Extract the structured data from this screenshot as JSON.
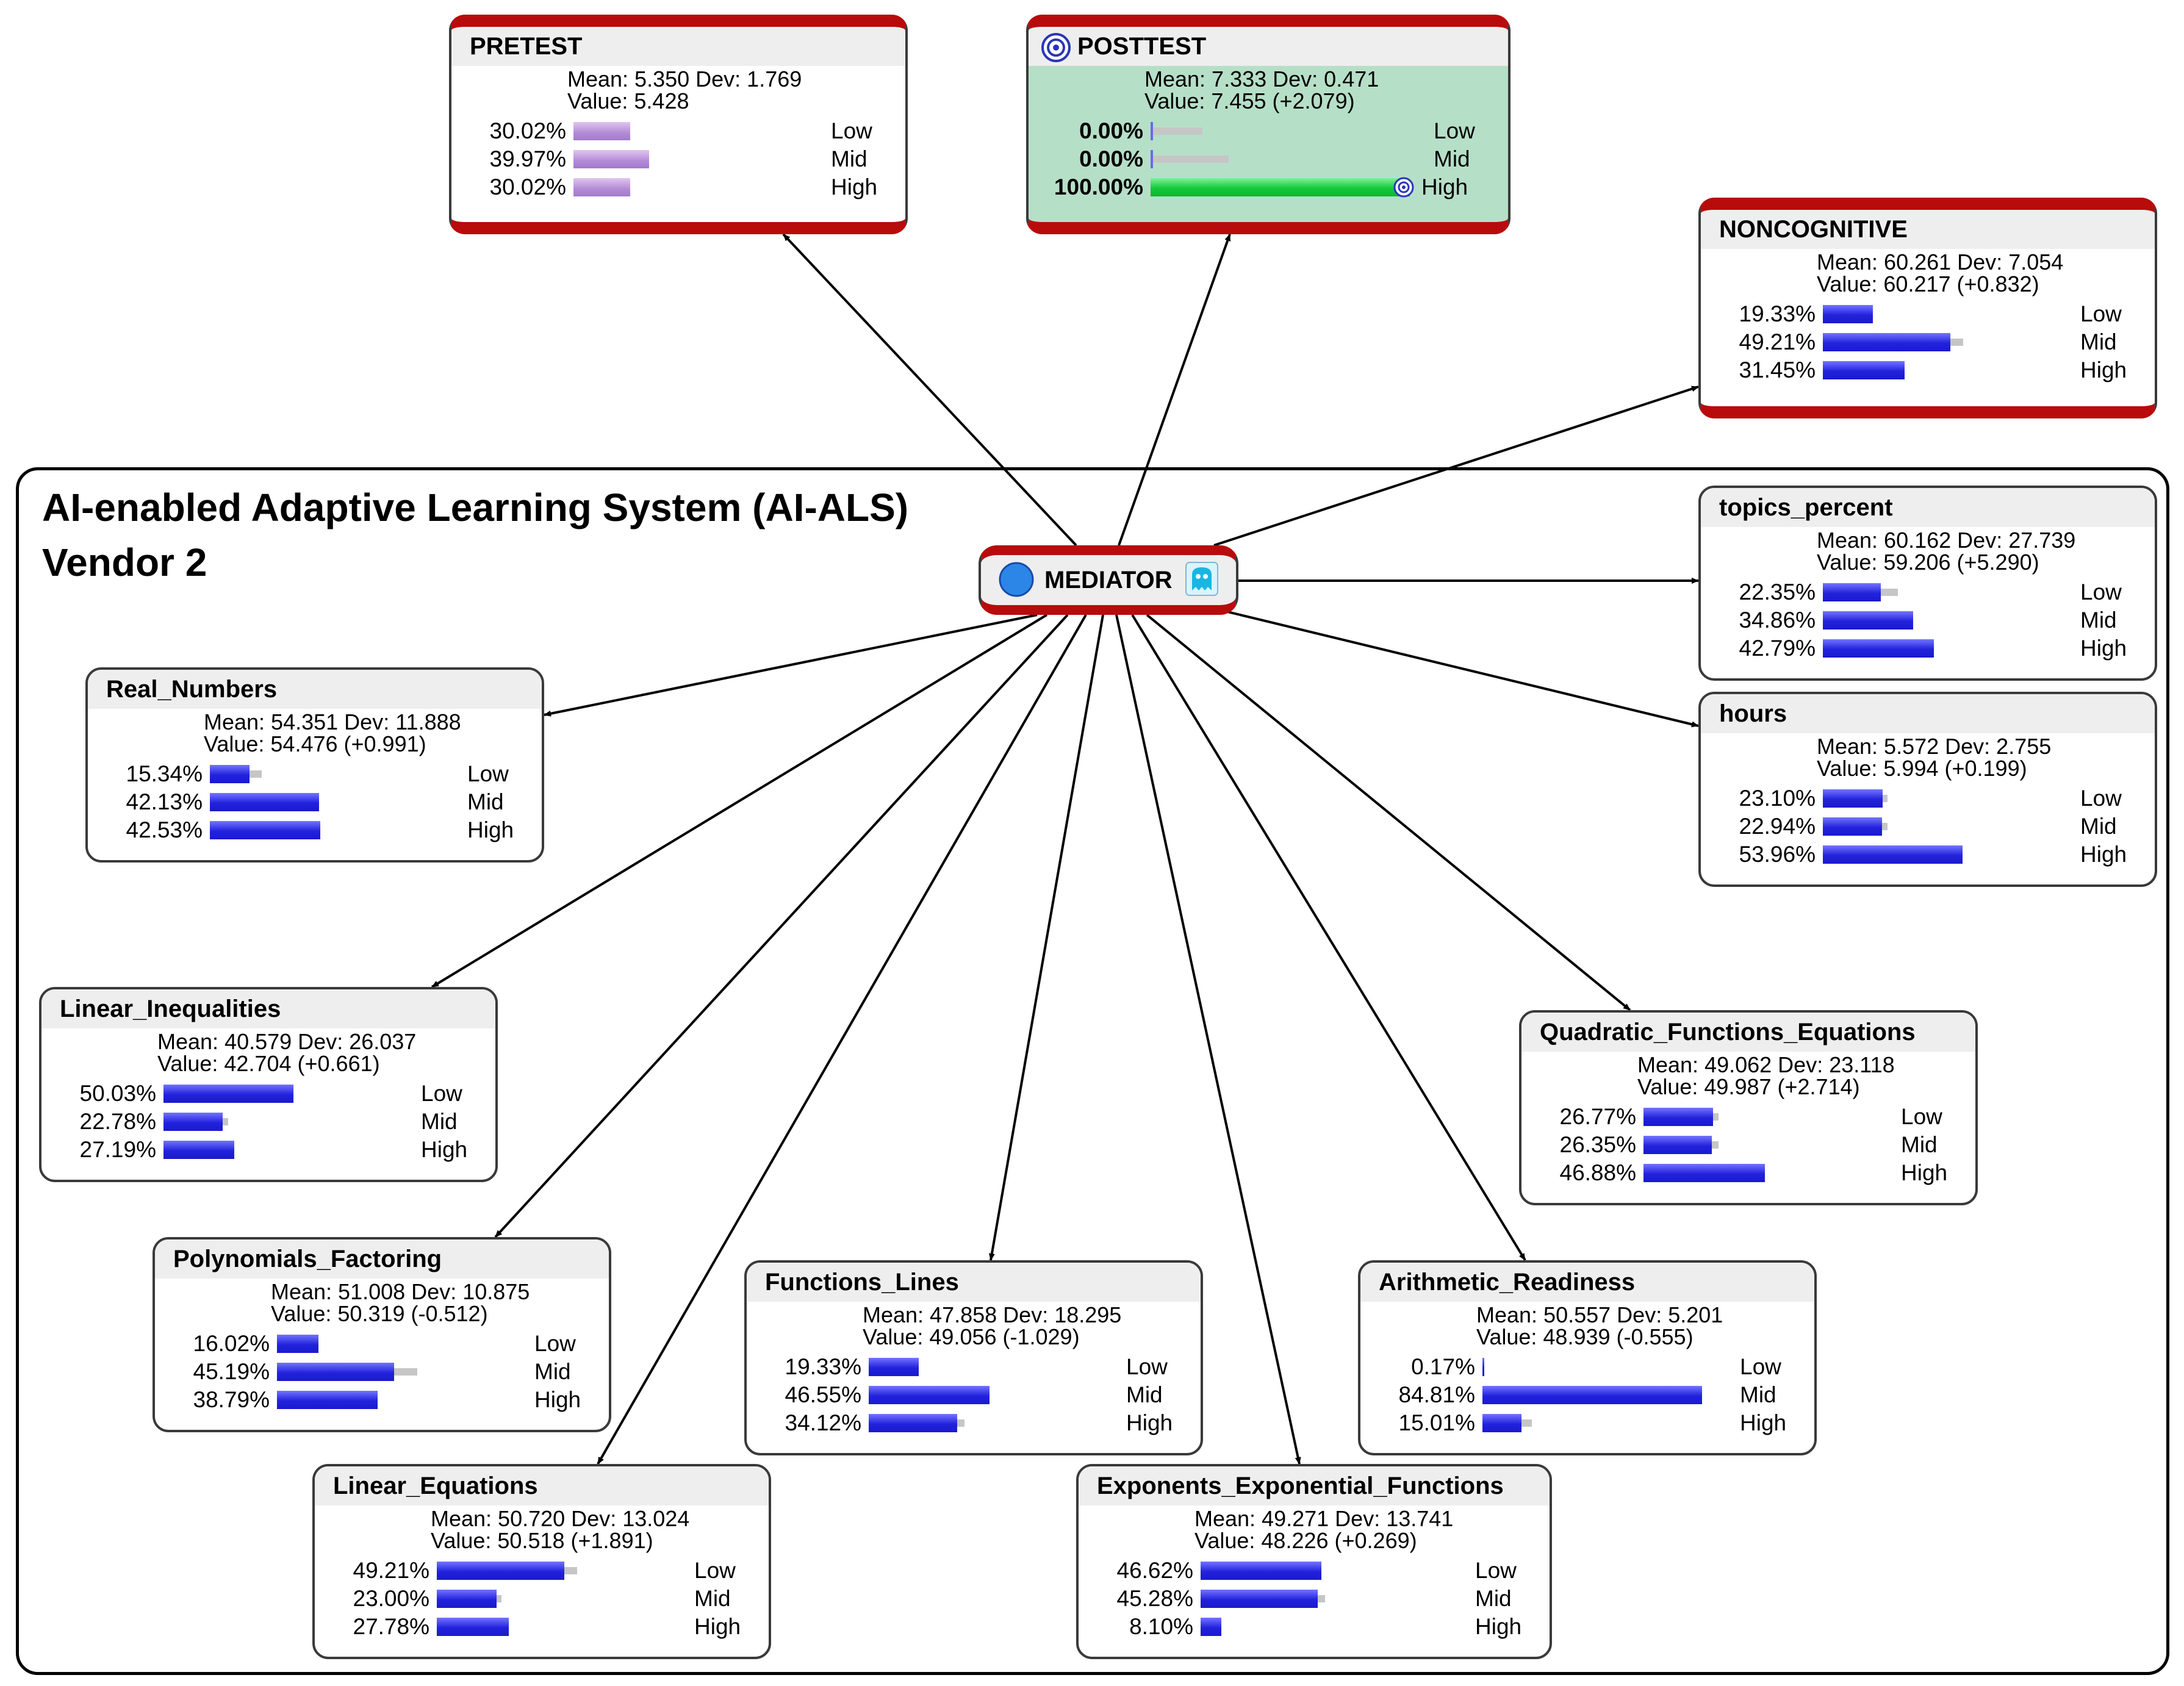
{
  "group": {
    "title_line1": "AI-enabled Adaptive Learning System (AI-ALS)",
    "title_line2": "Vendor 2"
  },
  "mediator": {
    "name": "MEDIATOR",
    "icon_left": "circle-icon",
    "icon_right": "ghost-icon"
  },
  "colors": {
    "target_border": "#b80b0b",
    "bar_blue": "#2222dd",
    "bar_purple": "#b38ad6",
    "bar_green": "#14c93c",
    "posttest_bg": "#b6dfc8"
  },
  "nodes": [
    {
      "id": "pretest",
      "name": "PRETEST",
      "target": true,
      "mean_dev": "Mean: 5.350 Dev: 1.769",
      "value": "Value: 5.428",
      "states": [
        {
          "pct": "30.02%",
          "p": 30.02,
          "label": "Low"
        },
        {
          "pct": "39.97%",
          "p": 39.97,
          "label": "Mid"
        },
        {
          "pct": "30.02%",
          "p": 30.02,
          "label": "High"
        }
      ]
    },
    {
      "id": "posttest",
      "name": "POSTTEST",
      "target": true,
      "mean_dev": "Mean: 7.333 Dev: 0.471",
      "value": "Value: 7.455 (+2.079)",
      "states": [
        {
          "pct": "0.00%",
          "p": 0,
          "prev": 20,
          "label": "Low"
        },
        {
          "pct": "0.00%",
          "p": 0,
          "prev": 30,
          "label": "Mid"
        },
        {
          "pct": "100.00%",
          "p": 100,
          "prev": 30,
          "label": "High"
        }
      ]
    },
    {
      "id": "noncognitive",
      "name": "NONCOGNITIVE",
      "target": true,
      "mean_dev": "Mean: 60.261 Dev: 7.054",
      "value": "Value: 60.217 (+0.832)",
      "states": [
        {
          "pct": "19.33%",
          "p": 19.33,
          "label": "Low"
        },
        {
          "pct": "49.21%",
          "p": 49.21,
          "prev": 54,
          "label": "Mid"
        },
        {
          "pct": "31.45%",
          "p": 31.45,
          "prev": 27,
          "label": "High"
        }
      ]
    },
    {
      "id": "topics_percent",
      "name": "topics_percent",
      "mean_dev": "Mean: 60.162 Dev: 27.739",
      "value": "Value: 59.206 (+5.290)",
      "states": [
        {
          "pct": "22.35%",
          "p": 22.35,
          "prev": 29,
          "label": "Low"
        },
        {
          "pct": "34.86%",
          "p": 34.86,
          "label": "Mid"
        },
        {
          "pct": "42.79%",
          "p": 42.79,
          "prev": 36,
          "label": "High"
        }
      ]
    },
    {
      "id": "hours",
      "name": "hours",
      "mean_dev": "Mean: 5.572 Dev: 2.755",
      "value": "Value: 5.994 (+0.199)",
      "states": [
        {
          "pct": "23.10%",
          "p": 23.1,
          "prev": 25,
          "label": "Low"
        },
        {
          "pct": "22.94%",
          "p": 22.94,
          "prev": 25,
          "label": "Mid"
        },
        {
          "pct": "53.96%",
          "p": 53.96,
          "prev": 50,
          "label": "High"
        }
      ]
    },
    {
      "id": "real_numbers",
      "name": "Real_Numbers",
      "mean_dev": "Mean: 54.351 Dev: 11.888",
      "value": "Value: 54.476 (+0.991)",
      "states": [
        {
          "pct": "15.34%",
          "p": 15.34,
          "prev": 20,
          "label": "Low"
        },
        {
          "pct": "42.13%",
          "p": 42.13,
          "label": "Mid"
        },
        {
          "pct": "42.53%",
          "p": 42.53,
          "label": "High"
        }
      ]
    },
    {
      "id": "linear_inequalities",
      "name": "Linear_Inequalities",
      "mean_dev": "Mean: 40.579 Dev: 26.037",
      "value": "Value: 42.704 (+0.661)",
      "states": [
        {
          "pct": "50.03%",
          "p": 50.03,
          "label": "Low"
        },
        {
          "pct": "22.78%",
          "p": 22.78,
          "prev": 25,
          "label": "Mid"
        },
        {
          "pct": "27.19%",
          "p": 27.19,
          "label": "High"
        }
      ]
    },
    {
      "id": "quadratic",
      "name": "Quadratic_Functions_Equations",
      "mean_dev": "Mean: 49.062 Dev: 23.118",
      "value": "Value: 49.987 (+2.714)",
      "states": [
        {
          "pct": "26.77%",
          "p": 26.77,
          "prev": 29,
          "label": "Low"
        },
        {
          "pct": "26.35%",
          "p": 26.35,
          "prev": 29,
          "label": "Mid"
        },
        {
          "pct": "46.88%",
          "p": 46.88,
          "label": "High"
        }
      ]
    },
    {
      "id": "polynomials",
      "name": "Polynomials_Factoring",
      "mean_dev": "Mean: 51.008 Dev: 10.875",
      "value": "Value: 50.319 (-0.512)",
      "states": [
        {
          "pct": "16.02%",
          "p": 16.02,
          "label": "Low"
        },
        {
          "pct": "45.19%",
          "p": 45.19,
          "prev": 54,
          "label": "Mid"
        },
        {
          "pct": "38.79%",
          "p": 38.79,
          "label": "High"
        }
      ]
    },
    {
      "id": "functions_lines",
      "name": "Functions_Lines",
      "mean_dev": "Mean: 47.858 Dev: 18.295",
      "value": "Value: 49.056 (-1.029)",
      "states": [
        {
          "pct": "19.33%",
          "p": 19.33,
          "label": "Low"
        },
        {
          "pct": "46.55%",
          "p": 46.55,
          "prev": 44,
          "label": "Mid"
        },
        {
          "pct": "34.12%",
          "p": 34.12,
          "prev": 37,
          "label": "High"
        }
      ]
    },
    {
      "id": "arithmetic",
      "name": "Arithmetic_Readiness",
      "mean_dev": "Mean: 50.557 Dev: 5.201",
      "value": "Value: 48.939 (-0.555)",
      "states": [
        {
          "pct": "0.17%",
          "p": 0.17,
          "label": "Low"
        },
        {
          "pct": "84.81%",
          "p": 84.81,
          "prev": 81,
          "label": "Mid"
        },
        {
          "pct": "15.01%",
          "p": 15.01,
          "prev": 19,
          "label": "High"
        }
      ]
    },
    {
      "id": "linear_equations",
      "name": "Linear_Equations",
      "mean_dev": "Mean: 50.720 Dev: 13.024",
      "value": "Value: 50.518 (+1.891)",
      "states": [
        {
          "pct": "49.21%",
          "p": 49.21,
          "prev": 54,
          "label": "Low"
        },
        {
          "pct": "23.00%",
          "p": 23.0,
          "prev": 25,
          "label": "Mid"
        },
        {
          "pct": "27.78%",
          "p": 27.78,
          "prev": 21,
          "label": "High"
        }
      ]
    },
    {
      "id": "exponents",
      "name": "Exponents_Exponential_Functions",
      "mean_dev": "Mean: 49.271 Dev: 13.741",
      "value": "Value: 48.226 (+0.269)",
      "states": [
        {
          "pct": "46.62%",
          "p": 46.62,
          "label": "Low"
        },
        {
          "pct": "45.28%",
          "p": 45.28,
          "prev": 48,
          "label": "Mid"
        },
        {
          "pct": "8.10%",
          "p": 8.1,
          "label": "High"
        }
      ]
    }
  ]
}
